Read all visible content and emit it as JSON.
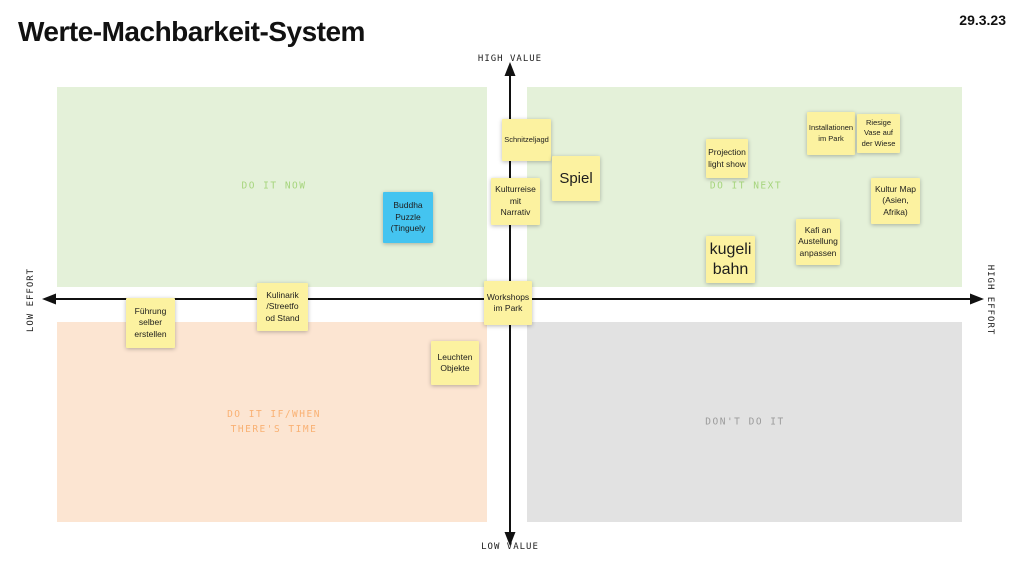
{
  "header": {
    "title": "Werte-Machbarkeit-System",
    "date": "29.3.23"
  },
  "axes": {
    "top_label": "HIGH VALUE",
    "bottom_label": "LOW VALUE",
    "left_label": "LOW EFFORT",
    "right_label": "HIGH EFFORT",
    "line_color": "#111111"
  },
  "quadrants": {
    "do_it_now": {
      "label": "DO IT NOW",
      "bg": "#e4f1d9",
      "fg": "#a6d57d"
    },
    "do_it_next": {
      "label": "DO IT NEXT",
      "bg": "#e4f1d9",
      "fg": "#a6d57d"
    },
    "do_it_if_when": {
      "label": "DO IT IF/WHEN\nTHERE'S TIME",
      "bg": "#fce5d2",
      "fg": "#f9b173"
    },
    "dont_do_it": {
      "label": "DON'T DO IT",
      "bg": "#e2e2e2",
      "fg": "#9b9b9b"
    }
  },
  "note_colors": {
    "yellow": "#fcf2a0",
    "blue": "#44c4f0"
  },
  "notes": [
    {
      "text": "Führung\nselber\nerstellen",
      "color": "#fcf2a0"
    },
    {
      "text": "Kulinarik\n/Streetfo\nod Stand",
      "color": "#fcf2a0"
    },
    {
      "text": "Buddha\nPuzzle\n(Tinguely",
      "color": "#44c4f0"
    },
    {
      "text": "Schnitzeljagd",
      "color": "#fcf2a0"
    },
    {
      "text": "Kulturreise\nmit\nNarrativ",
      "color": "#fcf2a0"
    },
    {
      "text": "Spiel",
      "color": "#fcf2a0"
    },
    {
      "text": "Workshops\nim Park",
      "color": "#fcf2a0"
    },
    {
      "text": "Leuchten\nObjekte",
      "color": "#fcf2a0"
    },
    {
      "text": "Projection\nlight show",
      "color": "#fcf2a0"
    },
    {
      "text": "Installationen\nim Park",
      "color": "#fcf2a0"
    },
    {
      "text": "Riesige\nVase auf\nder Wiese",
      "color": "#fcf2a0"
    },
    {
      "text": "Kultur Map\n(Asien,\nAfrika)",
      "color": "#fcf2a0"
    },
    {
      "text": "Kafi an\nAustellung\nanpassen",
      "color": "#fcf2a0"
    },
    {
      "text": "kugeli\nbahn",
      "color": "#fcf2a0"
    }
  ]
}
